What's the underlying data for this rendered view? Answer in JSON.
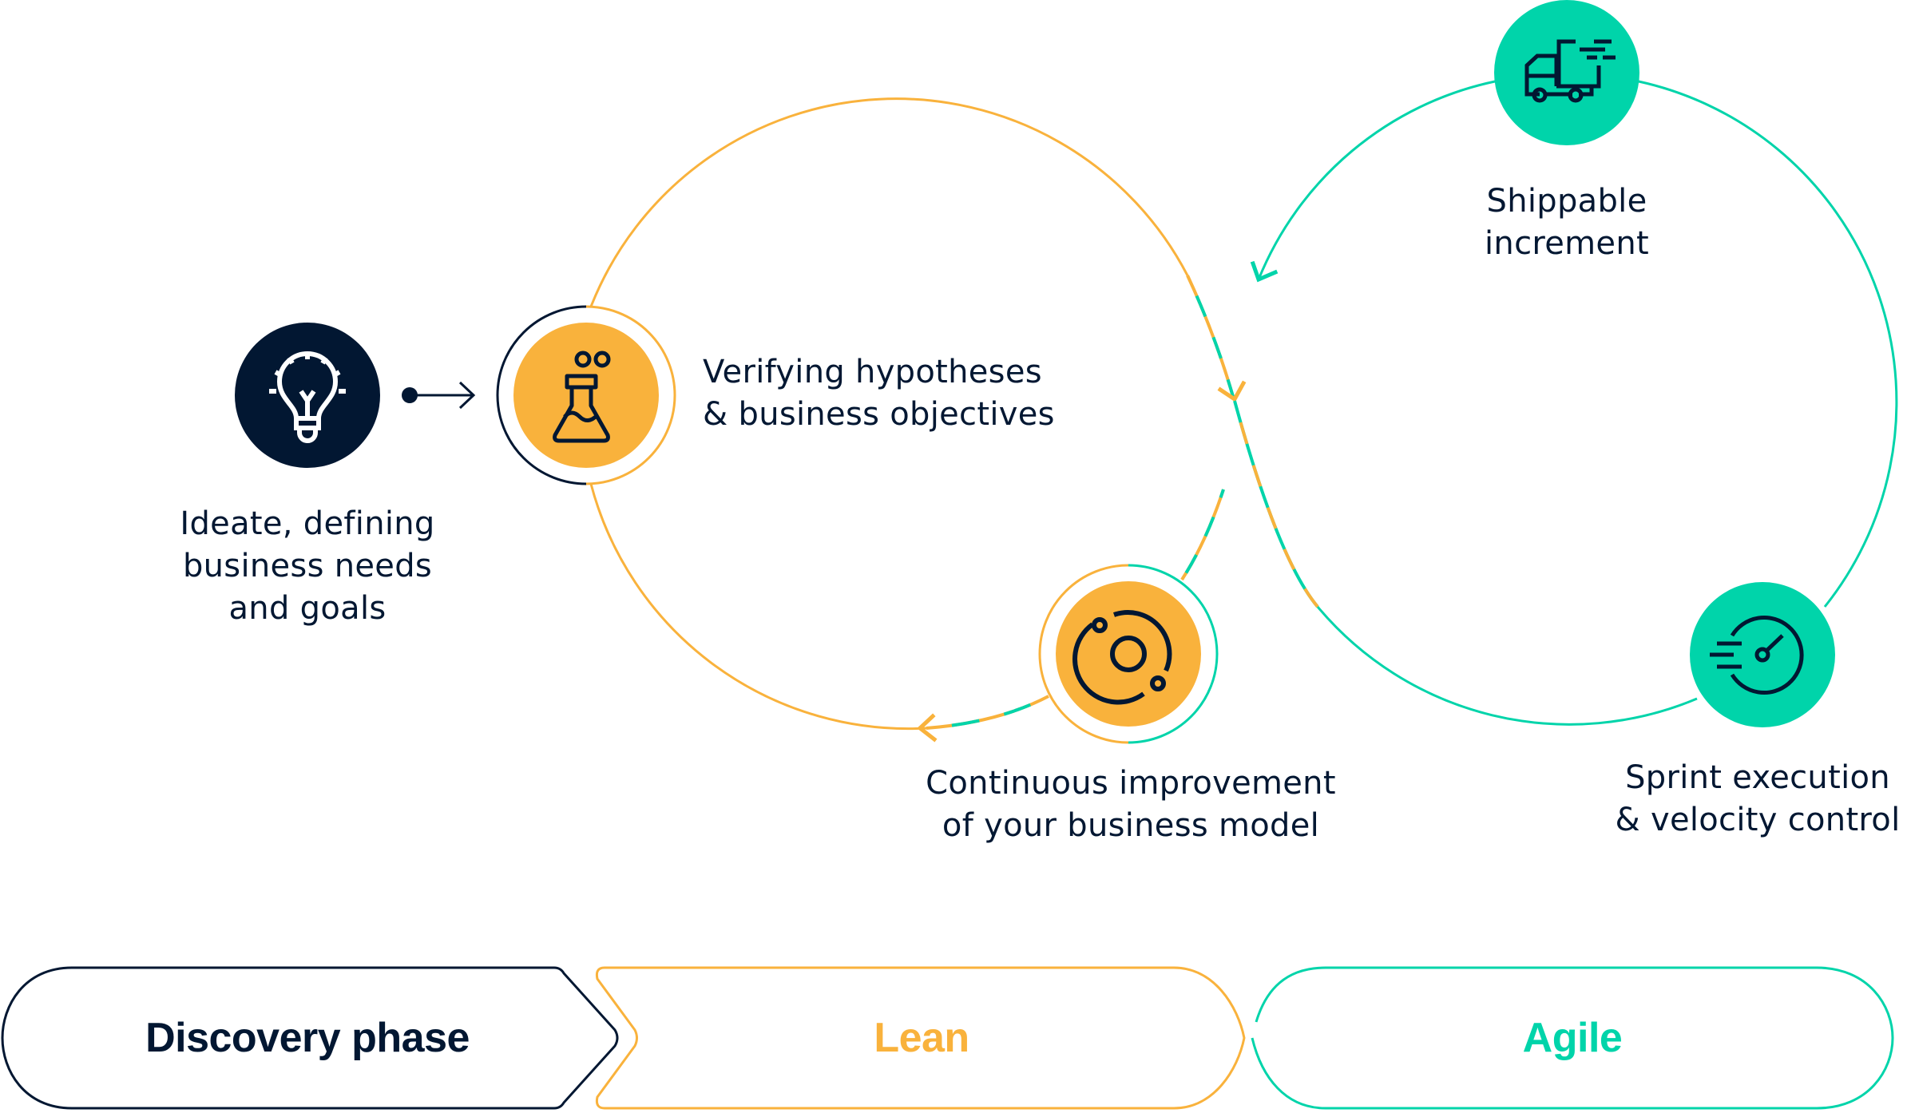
{
  "colors": {
    "navy": "#021732",
    "lean_orange": "#F9B23C",
    "agile_teal": "#00D4AA",
    "background": "#FFFFFF"
  },
  "nodes": {
    "ideate": {
      "icon": "lightbulb-icon",
      "lines": [
        "Ideate, defining",
        "business needs",
        "and goals"
      ]
    },
    "verifying": {
      "icon": "flask-icon",
      "lines": [
        "Verifying hypotheses",
        "& business objectives"
      ]
    },
    "continuous": {
      "icon": "orbit-icon",
      "lines": [
        "Continuous improvement",
        "of your business model"
      ]
    },
    "shippable": {
      "icon": "delivery-truck-icon",
      "lines": [
        "Shippable",
        "increment"
      ]
    },
    "sprint": {
      "icon": "speedometer-icon",
      "lines": [
        "Sprint execution",
        "& velocity control"
      ]
    }
  },
  "phases": [
    {
      "label": "Discovery phase",
      "color": "#021732"
    },
    {
      "label": "Lean",
      "color": "#F9B23C"
    },
    {
      "label": "Agile",
      "color": "#00D4AA"
    }
  ]
}
